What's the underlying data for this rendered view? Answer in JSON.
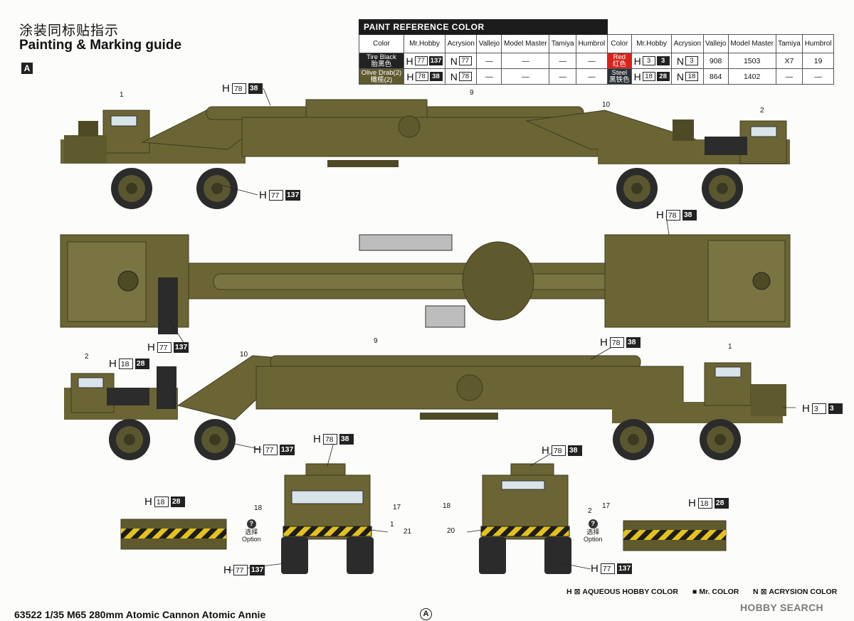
{
  "header": {
    "title_cn": "涂装同标贴指示",
    "title_en": "Painting & Marking guide",
    "section": "A"
  },
  "paint_table": {
    "title": "PAINT REFERENCE COLOR",
    "columns": [
      "Color",
      "Mr.Hobby",
      "Acrysion",
      "Vallejo",
      "Model Master",
      "Tamiya",
      "Humbrol"
    ],
    "dash": "—",
    "rows_left": [
      {
        "color_en": "Tire Black",
        "color_cn": "胎黑色",
        "swatch": "#222222",
        "h": "77",
        "h_dk": "137",
        "n": "77",
        "vallejo": "—",
        "model_master": "—",
        "tamiya": "—",
        "humbrol": "—"
      },
      {
        "color_en": "Olive Drab(2)",
        "color_cn": "橄榄(2)",
        "swatch": "#5f5a2e",
        "h": "78",
        "h_dk": "38",
        "n": "78",
        "vallejo": "—",
        "model_master": "—",
        "tamiya": "—",
        "humbrol": "—"
      }
    ],
    "rows_right": [
      {
        "color_en": "Red",
        "color_cn": "红色",
        "swatch": "#d8231c",
        "h": "3",
        "h_dk": "3",
        "n": "3",
        "vallejo": "908",
        "model_master": "1503",
        "tamiya": "X7",
        "humbrol": "19"
      },
      {
        "color_en": "Steel",
        "color_cn": "黑铁色",
        "swatch": "#2a3036",
        "h": "18",
        "h_dk": "28",
        "n": "18",
        "vallejo": "864",
        "model_master": "1402",
        "tamiya": "—",
        "humbrol": "—"
      }
    ]
  },
  "callouts": {
    "H_letter": "H",
    "c1": {
      "a": "78",
      "b": "38"
    },
    "c2": {
      "a": "77",
      "b": "137"
    },
    "c3": {
      "a": "78",
      "b": "38"
    },
    "c4": {
      "a": "77",
      "b": "137"
    },
    "c5": {
      "a": "78",
      "b": "38"
    },
    "c6": {
      "a": "18",
      "b": "28"
    },
    "c7": {
      "a": "3",
      "b": "3"
    },
    "c8": {
      "a": "77",
      "b": "137"
    },
    "c9": {
      "a": "78",
      "b": "38"
    },
    "c10": {
      "a": "78",
      "b": "38"
    },
    "c11": {
      "a": "18",
      "b": "28"
    },
    "c12": {
      "a": "18",
      "b": "28"
    },
    "c13": {
      "a": "77",
      "b": "137"
    },
    "c14": {
      "a": "77",
      "b": "137"
    }
  },
  "numbers": {
    "n1a": "1",
    "n9a": "9",
    "n10a": "10",
    "n2a": "2",
    "n2b": "2",
    "n10b": "10",
    "n9b": "9",
    "n1b": "1",
    "f18": "18",
    "f17": "17",
    "f1": "1",
    "f21": "21",
    "r18": "18",
    "r17": "17",
    "r2": "2",
    "r20": "20"
  },
  "option": {
    "cn": "选择",
    "en": "Option",
    "mark": "?"
  },
  "legend": {
    "aqueous": "AQUEOUS HOBBY COLOR",
    "mr": "Mr. COLOR",
    "acrysion": "ACRYSION COLOR",
    "h": "H",
    "n": "N"
  },
  "footer": {
    "title": "63522 1/35 M65 280mm Atomic Cannon Atomic Annie",
    "page": "A",
    "watermark": "HOBBY SEARCH"
  },
  "colors": {
    "olive": "#6b6535",
    "olive_dark": "#4e4a26",
    "tire": "#2b2b2b",
    "hazard_yellow": "#e4c21a"
  }
}
